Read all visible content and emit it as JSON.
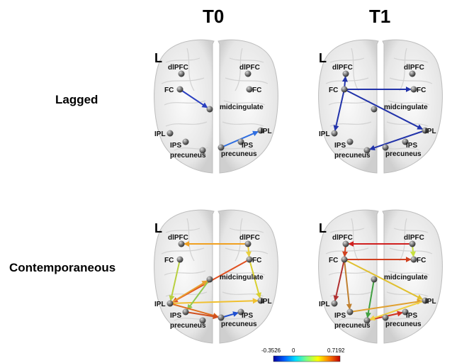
{
  "columns": [
    "T0",
    "T1"
  ],
  "rows": [
    "Lagged",
    "Contemporaneous"
  ],
  "hemisphere_label": "L",
  "node_labels": {
    "dlpfc": "dlPFC",
    "fc": "FC",
    "midcingulate": "midcingulate",
    "ipl": "IPL",
    "ips": "IPS",
    "precuneus": "precuneus"
  },
  "colorbar": {
    "min": "-0.3526",
    "zero": "0",
    "max": "0.7192",
    "colors": [
      "#0000a0",
      "#0060ff",
      "#00e0ff",
      "#80ff80",
      "#ffff00",
      "#ff8000",
      "#c00000"
    ]
  },
  "panels": [
    {
      "id": "lagged-t0",
      "edges": [
        {
          "from": "fc_L",
          "to": "midcingulate",
          "color": "#2a3fc0"
        },
        {
          "from": "precuneus_R",
          "to": "ipl_R",
          "color": "#2f6ee0"
        }
      ]
    },
    {
      "id": "lagged-t1",
      "edges": [
        {
          "from": "fc_L",
          "to": "dlpfc_L",
          "color": "#2233aa"
        },
        {
          "from": "fc_L",
          "to": "fc_R",
          "color": "#2233aa"
        },
        {
          "from": "fc_L",
          "to": "ipl_R",
          "color": "#2233aa"
        },
        {
          "from": "fc_L",
          "to": "ipl_L",
          "color": "#2233aa"
        },
        {
          "from": "ipl_R",
          "to": "precuneus_L",
          "color": "#2233aa"
        }
      ]
    },
    {
      "id": "contemporaneous-t0",
      "edges": [
        {
          "from": "dlpfc_R",
          "to": "dlpfc_L",
          "color": "#f0a020"
        },
        {
          "from": "dlpfc_R",
          "to": "fc_R",
          "color": "#e8d040"
        },
        {
          "from": "fc_L",
          "to": "ipl_L",
          "color": "#b8d040"
        },
        {
          "from": "fc_R",
          "to": "ipl_L",
          "color": "#e05020"
        },
        {
          "from": "fc_R",
          "to": "ipl_R",
          "color": "#d8d030"
        },
        {
          "from": "ipl_L",
          "to": "ipl_R",
          "color": "#f0c030"
        },
        {
          "from": "midcingulate",
          "to": "ips_L",
          "color": "#90c850"
        },
        {
          "from": "ipl_L",
          "to": "precuneus_R",
          "color": "#e07020"
        },
        {
          "from": "precuneus_R",
          "to": "ips_R",
          "color": "#2050d0"
        },
        {
          "from": "ipl_L",
          "to": "midcingulate",
          "color": "#e8a030"
        },
        {
          "from": "ips_L",
          "to": "precuneus_R",
          "color": "#d05020"
        }
      ]
    },
    {
      "id": "contemporaneous-t1",
      "edges": [
        {
          "from": "dlpfc_R",
          "to": "dlpfc_L",
          "color": "#d02020"
        },
        {
          "from": "dlpfc_R",
          "to": "fc_R",
          "color": "#c8e040"
        },
        {
          "from": "fc_L",
          "to": "fc_R",
          "color": "#d04020"
        },
        {
          "from": "dlpfc_L",
          "to": "fc_L",
          "color": "#d04020"
        },
        {
          "from": "fc_L",
          "to": "ipl_R",
          "color": "#e0c030"
        },
        {
          "from": "fc_L",
          "to": "ipl_L",
          "color": "#b03030"
        },
        {
          "from": "fc_L",
          "to": "ips_L",
          "color": "#c08030"
        },
        {
          "from": "midcingulate",
          "to": "precuneus_L",
          "color": "#40a040"
        },
        {
          "from": "ips_L",
          "to": "ipl_R",
          "color": "#e0a030"
        },
        {
          "from": "precuneus_L",
          "to": "ips_R",
          "color": "#d03020"
        },
        {
          "from": "ipl_R",
          "to": "precuneus_L",
          "color": "#f0d040"
        }
      ]
    }
  ]
}
